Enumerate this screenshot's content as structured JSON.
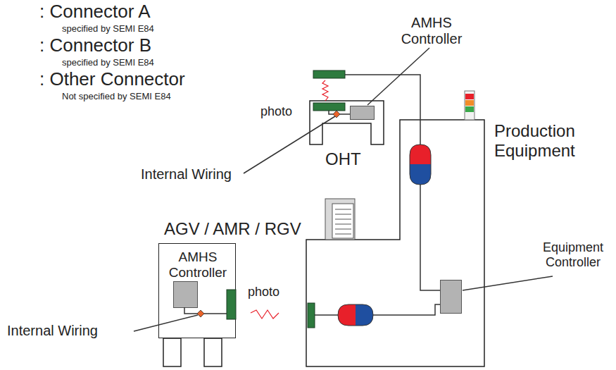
{
  "diagram": {
    "nodes": [
      {
        "text": [
          "OHT"
        ]
      },
      {
        "text": [
          "AMHS Controller"
        ],
        "in": 0
      },
      {
        "text": [
          "Production Equipment"
        ]
      },
      {
        "text": [
          "Equipment Controller"
        ],
        "in": 2
      },
      {
        "text": [
          "AGV / AMR / RGV"
        ]
      },
      {
        "text": [
          "AMHS Controller"
        ],
        "in": 4
      }
    ],
    "labels": [
      "specified by SEMI E84",
      "specified by SEMI E84",
      "Not specified by SEMI E84",
      "photo",
      "Internal Wiring",
      "photo",
      "Internal Wiring"
    ],
    "legend": [
      {
        "text": ": Connector A"
      },
      {
        "text": ": Connector B"
      },
      {
        "text": ": Other Connector"
      }
    ]
  }
}
